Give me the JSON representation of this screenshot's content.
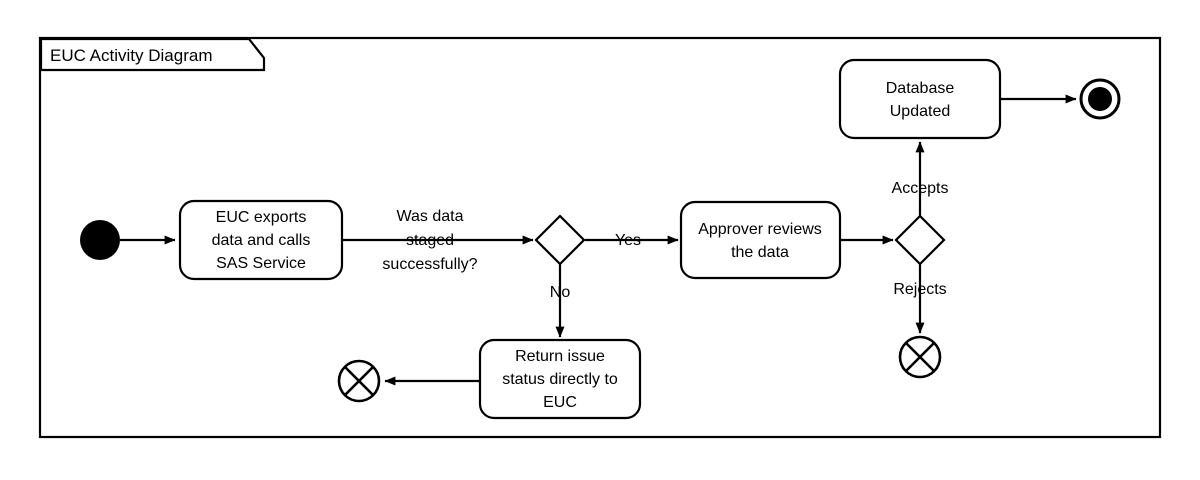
{
  "diagram": {
    "type": "uml-activity-diagram",
    "frame_label": "EUC Activity Diagram",
    "background_color": "#ffffff",
    "line_color": "#000000",
    "nodes": [
      {
        "id": "start",
        "kind": "initial-node",
        "label": ""
      },
      {
        "id": "euc-export",
        "kind": "action",
        "label": "EUC exports data and calls SAS Service",
        "lines": [
          "EUC exports",
          "data and calls",
          "SAS Service"
        ]
      },
      {
        "id": "staged-decision",
        "kind": "decision",
        "label": ""
      },
      {
        "id": "approver-review",
        "kind": "action",
        "label": "Approver reviews the data",
        "lines": [
          "Approver reviews",
          "the data"
        ]
      },
      {
        "id": "approval-decision",
        "kind": "decision",
        "label": ""
      },
      {
        "id": "database-updated",
        "kind": "action",
        "label": "Database Updated",
        "lines": [
          "Database",
          "Updated"
        ]
      },
      {
        "id": "final",
        "kind": "activity-final-node",
        "label": ""
      },
      {
        "id": "return-issue",
        "kind": "action",
        "label": "Return issue status directly to EUC",
        "lines": [
          "Return issue",
          "status directly to",
          "EUC"
        ]
      },
      {
        "id": "flow-final-issue",
        "kind": "flow-final-node",
        "label": ""
      },
      {
        "id": "flow-final-reject",
        "kind": "flow-final-node",
        "label": ""
      }
    ],
    "edges": [
      {
        "from": "start",
        "to": "euc-export",
        "label": ""
      },
      {
        "from": "euc-export",
        "to": "staged-decision",
        "label": "Was data staged successfully?",
        "label_lines": [
          "Was data",
          "staged",
          "successfully?"
        ]
      },
      {
        "from": "staged-decision",
        "to": "approver-review",
        "label": "Yes"
      },
      {
        "from": "staged-decision",
        "to": "return-issue",
        "label": "No"
      },
      {
        "from": "return-issue",
        "to": "flow-final-issue",
        "label": ""
      },
      {
        "from": "approver-review",
        "to": "approval-decision",
        "label": ""
      },
      {
        "from": "approval-decision",
        "to": "database-updated",
        "label": "Accepts"
      },
      {
        "from": "approval-decision",
        "to": "flow-final-reject",
        "label": "Rejects"
      },
      {
        "from": "database-updated",
        "to": "final",
        "label": ""
      }
    ]
  }
}
